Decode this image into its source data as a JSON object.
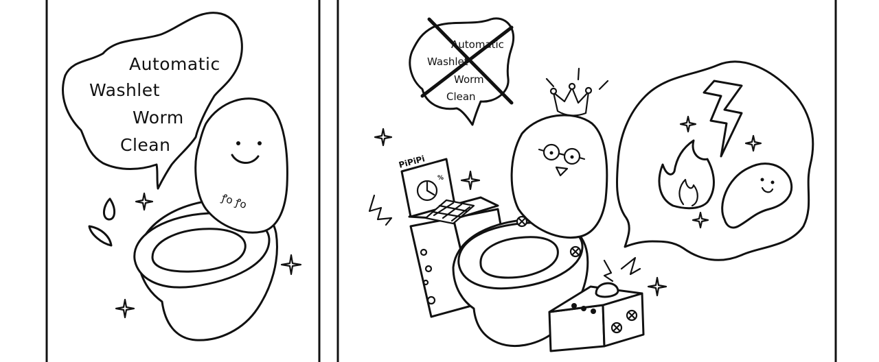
{
  "panel_left": {
    "speech_words": [
      "Automatic",
      "Washlet",
      "Worm",
      "Clean"
    ],
    "seat_brand": "ꝭo ꝭo"
  },
  "panel_right": {
    "crossed_words": [
      "Automatic",
      "Washlet",
      "Worm",
      "Clean"
    ],
    "machine_sound": "PiPiPi",
    "gauge_symbol": "%"
  },
  "colors": {
    "ink": "#111111",
    "paper": "#ffffff"
  }
}
